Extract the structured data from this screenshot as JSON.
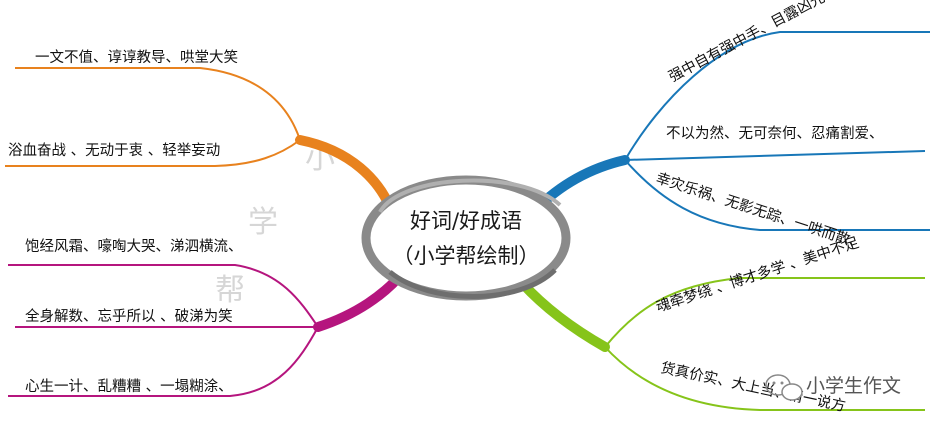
{
  "center": {
    "line1": "好词/好成语",
    "line2": "（小学帮绘制）"
  },
  "branches": {
    "orange": {
      "color": "#e8821e",
      "labels": [
        "一文不值、谆谆教导、哄堂大笑",
        "浴血奋战 、无动于衷 、轻举妄动"
      ]
    },
    "magenta": {
      "color": "#b5157e",
      "labels": [
        "饱经风霜、嚎啕大哭、涕泗横流、",
        "全身解数、忘乎所以 、破涕为笑",
        "心生一计、乱糟糟 、一塌糊涂、"
      ]
    },
    "blue": {
      "color": "#1877b8",
      "labels": [
        "强中自有强中手、目露凶光、",
        "不以为然、无可奈何、忍痛割爱、",
        "幸灾乐祸、无影无踪、一哄而散、"
      ]
    },
    "green": {
      "color": "#86c41a",
      "labels": [
        "魂牵梦绕 、博才多学 、美中不足",
        "货真价实、大上当、精一说方"
      ]
    }
  },
  "watermark": [
    "小",
    "学",
    "帮"
  ],
  "logo": {
    "text": "小学生作文",
    "icon": "wechat-icon"
  }
}
